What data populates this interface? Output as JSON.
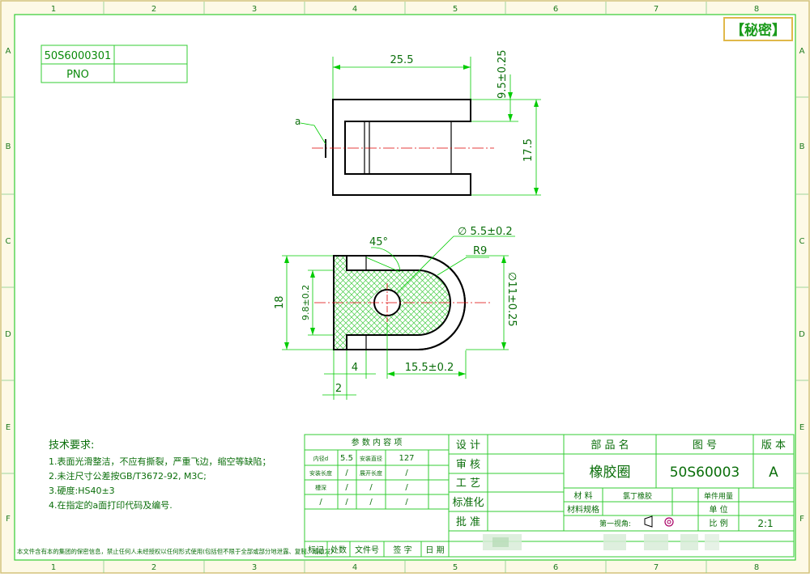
{
  "confidential_label": "【秘密】",
  "zone_columns": [
    "1",
    "2",
    "3",
    "4",
    "5",
    "6",
    "7",
    "8"
  ],
  "zone_rows": [
    "A",
    "B",
    "C",
    "D",
    "E",
    "F"
  ],
  "pno_table": {
    "code": "50S6000301",
    "label": "PNO"
  },
  "top_view": {
    "dim_width": "25.5",
    "dim_slot": "9.5±0.25",
    "dim_height": "17.5",
    "section_mark": "a"
  },
  "front_view": {
    "angle": "45°",
    "hole_dia": "∅ 5.5±0.2",
    "radius": "R9",
    "dim_18": "18",
    "dim_98": "9.8±0.2",
    "dim_dia11": "∅11±0.25",
    "dim_4": "4",
    "dim_155": "15.5±0.2",
    "dim_2": "2"
  },
  "tech_requirements": {
    "title": "技术要求:",
    "items": [
      "1.表面光滑整洁，不应有撕裂，严重飞边，缩空等缺陷；",
      "2.未注尺寸公差按GB/T3672-92, M3C;",
      "3.硬度:HS40±3",
      "4.在指定的a面打印代码及编号."
    ]
  },
  "title_block": {
    "param_header": "参 数 内 容 项",
    "param_rows": [
      [
        "内径d",
        "5.5",
        "安装直径",
        "127"
      ],
      [
        "安装长度",
        "/",
        "展开长度",
        "/"
      ],
      [
        "槽深",
        "/",
        "/",
        "/"
      ],
      [
        "/",
        "/",
        "/",
        "/"
      ]
    ],
    "roles": [
      "设 计",
      "审 核",
      "工 艺",
      "标准化",
      "批 准"
    ],
    "part_name_label": "部 品 名",
    "drawing_no_label": "图    号",
    "version_label": "版 本",
    "part_name": "橡胶圈",
    "drawing_no": "50S60003",
    "version": "A",
    "material_label": "材 料",
    "material": "氯丁橡胶",
    "qty_label": "单件用量",
    "spec_label": "材料规格",
    "unit_label": "单 位",
    "projection_label": "第一视角:",
    "scale_label": "比 例",
    "scale": "2:1",
    "sign_headers": [
      "标记",
      "处数",
      "文件号",
      "签 字",
      "日 期"
    ],
    "notice": "本文件含有本的集团的保密信息，禁止任何人未经授权以任何形式使用(包括但不限于全部或部分地泄露、复制、或散发)"
  },
  "colors": {
    "line": "#000000",
    "dim": "#00cc00",
    "frame": "#33cc33",
    "hatch": "#66dd66",
    "center": "#dd0000",
    "zone_band": "#e8dca0"
  }
}
